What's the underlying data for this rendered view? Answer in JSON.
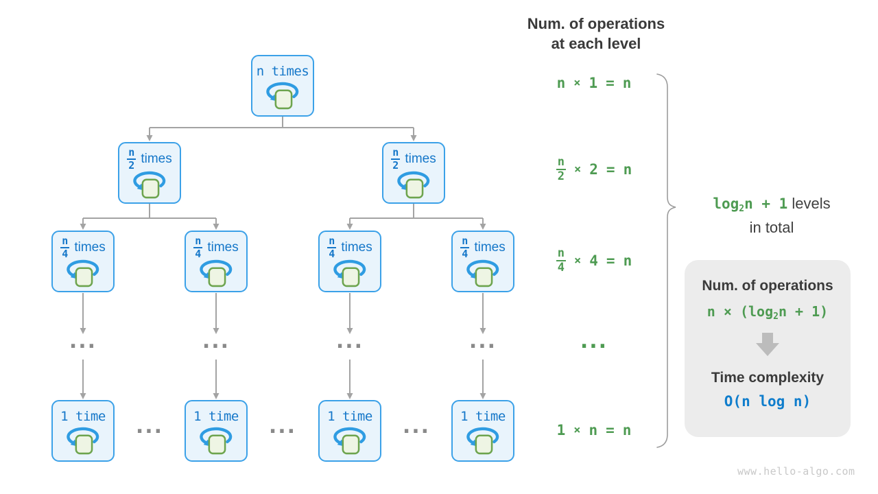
{
  "header": {
    "line1": "Num. of operations",
    "line2": "at each level"
  },
  "tree": {
    "root": {
      "label": "n times"
    },
    "level2": [
      {
        "num": "n",
        "den": "2",
        "suffix": "times"
      },
      {
        "num": "n",
        "den": "2",
        "suffix": "times"
      }
    ],
    "level3": [
      {
        "num": "n",
        "den": "4",
        "suffix": "times"
      },
      {
        "num": "n",
        "den": "4",
        "suffix": "times"
      },
      {
        "num": "n",
        "den": "4",
        "suffix": "times"
      },
      {
        "num": "n",
        "den": "4",
        "suffix": "times"
      }
    ],
    "level4": [
      {
        "label": "1 time"
      },
      {
        "label": "1 time"
      },
      {
        "label": "1 time"
      },
      {
        "label": "1 time"
      }
    ],
    "ellipsis": "..."
  },
  "formulas": {
    "row1": {
      "lhs": "n",
      "op": "×",
      "mult": "1",
      "eq": "=",
      "rhs": "n"
    },
    "row2": {
      "num": "n",
      "den": "2",
      "op": "×",
      "mult": "2",
      "eq": "=",
      "rhs": "n"
    },
    "row3": {
      "num": "n",
      "den": "4",
      "op": "×",
      "mult": "4",
      "eq": "=",
      "rhs": "n"
    },
    "ellipsis": "...",
    "row5": {
      "lhs": "1",
      "op": "×",
      "mult": "n",
      "eq": "=",
      "rhs": "n"
    }
  },
  "levels_note": {
    "log": "log",
    "sub": "2",
    "rest": "n + 1",
    "suffix": "levels",
    "line2": "in total"
  },
  "summary": {
    "title": "Num. of operations",
    "formula": {
      "pre": "n × (",
      "log": "log",
      "sub": "2",
      "rest": "n + 1)"
    },
    "complexity_title": "Time complexity",
    "complexity_value": "O(n log n)"
  },
  "watermark": "www.hello-algo.com",
  "colors": {
    "node_border": "#3ba1e8",
    "node_fill": "#e9f4fc",
    "node_text": "#1577c9",
    "loop_arrow_blue": "#2f9ce2",
    "block_fill": "#eef5e4",
    "block_border": "#6da44e",
    "connector_gray": "#a3a3a3",
    "formula_green": "#4e9b52",
    "heading_dark": "#3a3a3a",
    "summary_bg": "#ececec",
    "complexity_blue": "#0f7dcc",
    "watermark_gray": "#c8c8c8"
  }
}
